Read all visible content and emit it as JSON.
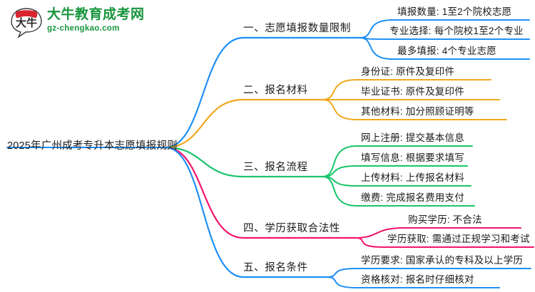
{
  "logo": {
    "mark_text": "大牛",
    "brand_cn": "大牛教育成考网",
    "brand_en": "gz-chengkao.com",
    "brand_color": "#17953c",
    "mark_color": "#d9232e"
  },
  "mindmap": {
    "root": {
      "label": "2025年广州成考专升本志愿填报规则"
    },
    "branches": [
      {
        "label": "一、志愿填报数量限制",
        "color": "#1f8ff5",
        "children": [
          {
            "label": "填报数量: 1至2个院校志愿"
          },
          {
            "label": "专业选择: 每个院校1至2个专业"
          },
          {
            "label": "最多填报: 4个专业志愿"
          }
        ]
      },
      {
        "label": "二、报名材料",
        "color": "#f0a81e",
        "children": [
          {
            "label": "身份证: 原件及复印件"
          },
          {
            "label": "毕业证书: 原件及复印件"
          },
          {
            "label": "其他材料: 加分照顾证明等"
          }
        ]
      },
      {
        "label": "三、报名流程",
        "color": "#19c46b",
        "children": [
          {
            "label": "网上注册: 提交基本信息"
          },
          {
            "label": "填写信息: 根据要求填写"
          },
          {
            "label": "上传材料: 上传报名材料"
          },
          {
            "label": "缴费: 完成报名费用支付"
          }
        ]
      },
      {
        "label": "四、学历获取合法性",
        "color": "#f4146b",
        "children": [
          {
            "label": "购买学历: 不合法"
          },
          {
            "label": "学历获取: 需通过正规学习和考试"
          }
        ]
      },
      {
        "label": "五、报名条件",
        "color": "#1f8ff5",
        "children": [
          {
            "label": "学历要求: 国家承认的专科及以上学历"
          },
          {
            "label": "资格核对: 报名时仔细核对"
          }
        ]
      }
    ]
  }
}
